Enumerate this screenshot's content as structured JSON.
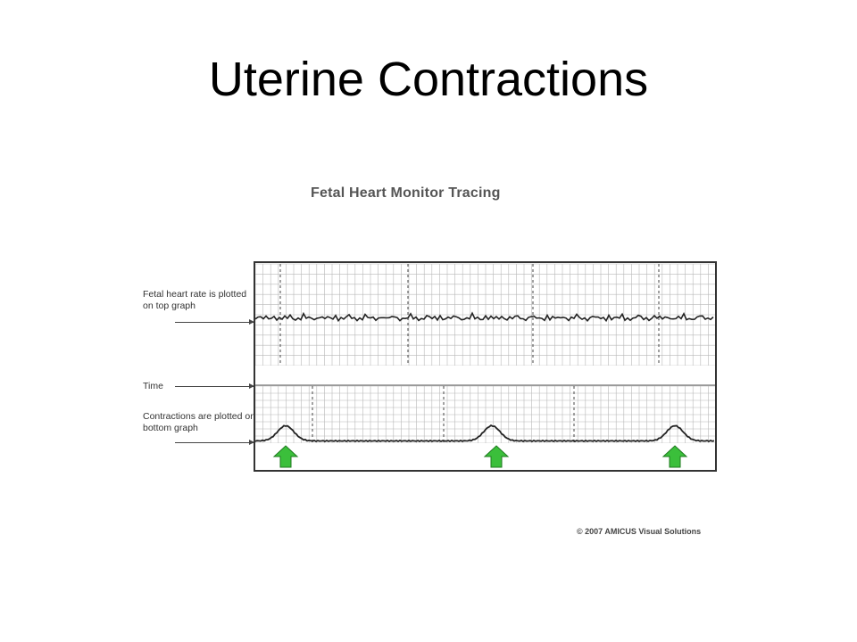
{
  "slide": {
    "title": "Uterine Contractions"
  },
  "figure": {
    "title": "Fetal Heart Monitor Tracing",
    "labels": {
      "fetal_heart_rate": "Fetal heart rate is plotted on top graph",
      "time": "Time",
      "contractions": "Contractions are plotted on bottom graph"
    },
    "copyright": "© 2007 AMICUS Visual Solutions"
  },
  "colors": {
    "arrow": "#3bbf3b",
    "arrow_outline": "#1f7a1f",
    "grid": "#b8b8b8",
    "trace": "#222222",
    "frame": "#333333"
  },
  "icons": {
    "contraction_marker": "green-up-arrow-icon"
  }
}
